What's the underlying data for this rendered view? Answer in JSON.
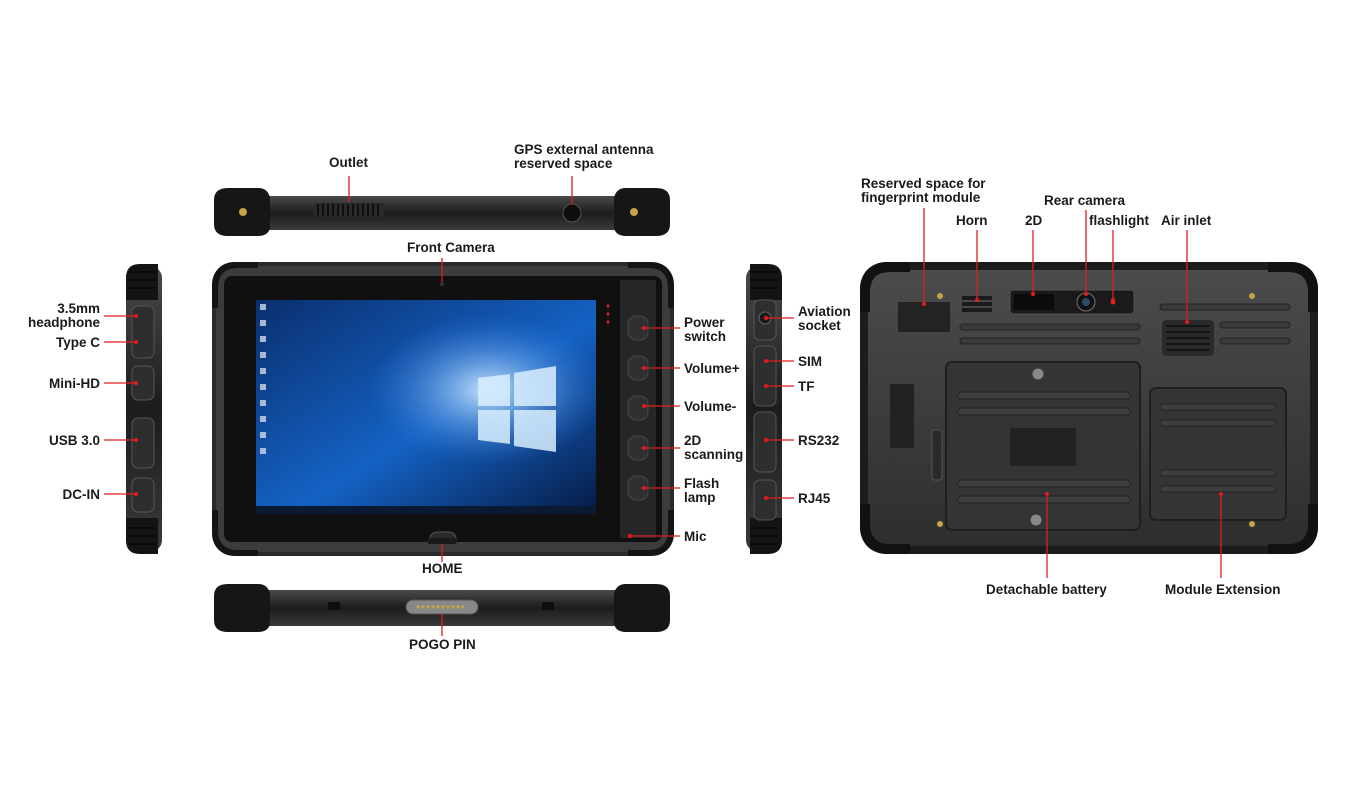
{
  "labels": {
    "outlet": "Outlet",
    "gps_antenna": "GPS external antenna\nreserved space",
    "front_camera": "Front Camera",
    "headphone": "3.5mm\nheadphone",
    "type_c": "Type C",
    "mini_hd": "Mini-HD",
    "usb3": "USB 3.0",
    "dc_in": "DC-IN",
    "power_switch": "Power\nswitch",
    "volume_up": "Volume+",
    "volume_down": "Volume-",
    "scanning_2d": "2D\nscanning",
    "flash_lamp": "Flash\nlamp",
    "mic": "Mic",
    "home": "HOME",
    "pogo_pin": "POGO PIN",
    "aviation_socket": "Aviation\nsocket",
    "sim": "SIM",
    "tf": "TF",
    "rs232": "RS232",
    "rj45": "RJ45",
    "fingerprint": "Reserved space for\nfingerprint module",
    "horn": "Horn",
    "barcode_2d": "2D",
    "rear_camera": "Rear camera",
    "flashlight": "flashlight",
    "air_inlet": "Air inlet",
    "battery": "Detachable battery",
    "module_ext": "Module Extension"
  },
  "colors": {
    "leader": "#e11d1d",
    "body": "#1f1f1f",
    "body_light": "#3a3a3a",
    "screen_blue": "#0b4fa8"
  }
}
